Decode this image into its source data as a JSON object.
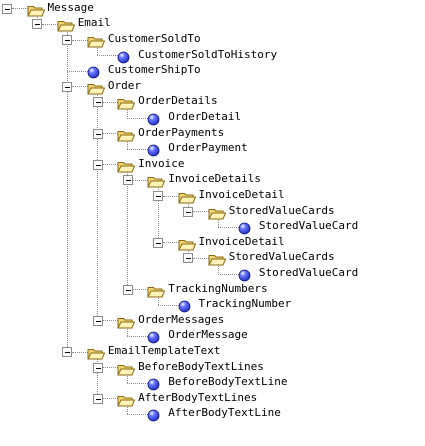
{
  "tree": {
    "nodes": [
      {
        "label": "Message",
        "level": 0,
        "type": "folder"
      },
      {
        "label": "Email",
        "level": 1,
        "type": "folder"
      },
      {
        "label": "CustomerSoldTo",
        "level": 2,
        "type": "folder"
      },
      {
        "label": "CustomerSoldToHistory",
        "level": 3,
        "type": "leaf"
      },
      {
        "label": "CustomerShipTo",
        "level": 2,
        "type": "leaf"
      },
      {
        "label": "Order",
        "level": 2,
        "type": "folder"
      },
      {
        "label": "OrderDetails",
        "level": 3,
        "type": "folder"
      },
      {
        "label": "OrderDetail",
        "level": 4,
        "type": "leaf"
      },
      {
        "label": "OrderPayments",
        "level": 3,
        "type": "folder"
      },
      {
        "label": "OrderPayment",
        "level": 4,
        "type": "leaf"
      },
      {
        "label": "Invoice",
        "level": 3,
        "type": "folder"
      },
      {
        "label": "InvoiceDetails",
        "level": 4,
        "type": "folder"
      },
      {
        "label": "InvoiceDetail",
        "level": 5,
        "type": "folder"
      },
      {
        "label": "StoredValueCards",
        "level": 6,
        "type": "folder"
      },
      {
        "label": "StoredValueCard",
        "level": 7,
        "type": "leaf"
      },
      {
        "label": "InvoiceDetail",
        "level": 5,
        "type": "folder"
      },
      {
        "label": "StoredValueCards",
        "level": 6,
        "type": "folder"
      },
      {
        "label": "StoredValueCard",
        "level": 7,
        "type": "leaf"
      },
      {
        "label": "TrackingNumbers",
        "level": 4,
        "type": "folder"
      },
      {
        "label": "TrackingNumber",
        "level": 5,
        "type": "leaf"
      },
      {
        "label": "OrderMessages",
        "level": 3,
        "type": "folder"
      },
      {
        "label": "OrderMessage",
        "level": 4,
        "type": "leaf"
      },
      {
        "label": "EmailTemplateText",
        "level": 2,
        "type": "folder"
      },
      {
        "label": "BeforeBodyTextLines",
        "level": 3,
        "type": "folder"
      },
      {
        "label": "BeforeBodyTextLine",
        "level": 4,
        "type": "leaf"
      },
      {
        "label": "AfterBodyTextLines",
        "level": 3,
        "type": "folder"
      },
      {
        "label": "AfterBodyTextLine",
        "level": 4,
        "type": "leaf"
      }
    ]
  },
  "icons": {
    "folder": "open-folder-icon",
    "leaf": "blue-sphere-icon",
    "toggle": "minus-toggle-icon"
  },
  "colors": {
    "folder_fill": "#f4d674",
    "folder_edge": "#8a6a14",
    "leaf_fill": "#2433c8",
    "guide": "#8c8c8c"
  }
}
